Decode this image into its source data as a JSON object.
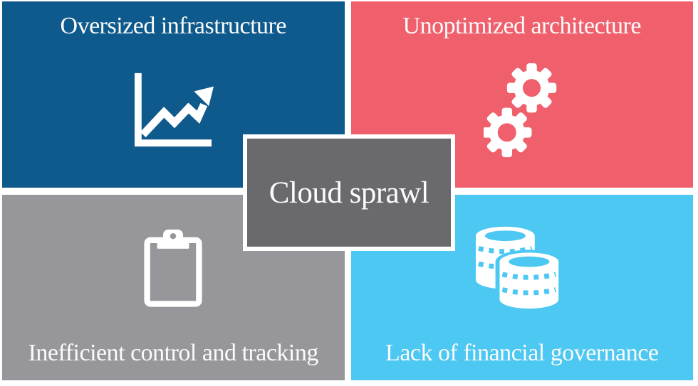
{
  "center_box": {
    "label": "Cloud sprawl"
  },
  "panels": [
    {
      "label": "Oversized infrastructure",
      "icon": "line-chart-icon",
      "color": "#0f5a8c",
      "position": "top-left"
    },
    {
      "label": "Unoptimized architecture",
      "icon": "gears-icon",
      "color": "#f0606c",
      "position": "top-right"
    },
    {
      "label": "Inefficient control and tracking",
      "icon": "clipboard-icon",
      "color": "#97979b",
      "position": "bottom-left"
    },
    {
      "label": "Lack of financial governance",
      "icon": "coins-icon",
      "color": "#4cc8f2",
      "position": "bottom-right"
    }
  ],
  "colors": {
    "panel-blue": "#0f5a8c",
    "panel-red": "#f0606c",
    "panel-gray": "#97979b",
    "panel-sky": "#4cc8f2",
    "center-gray": "#6a6a6e",
    "text": "#fbfbfb",
    "background": "#ffffff"
  }
}
